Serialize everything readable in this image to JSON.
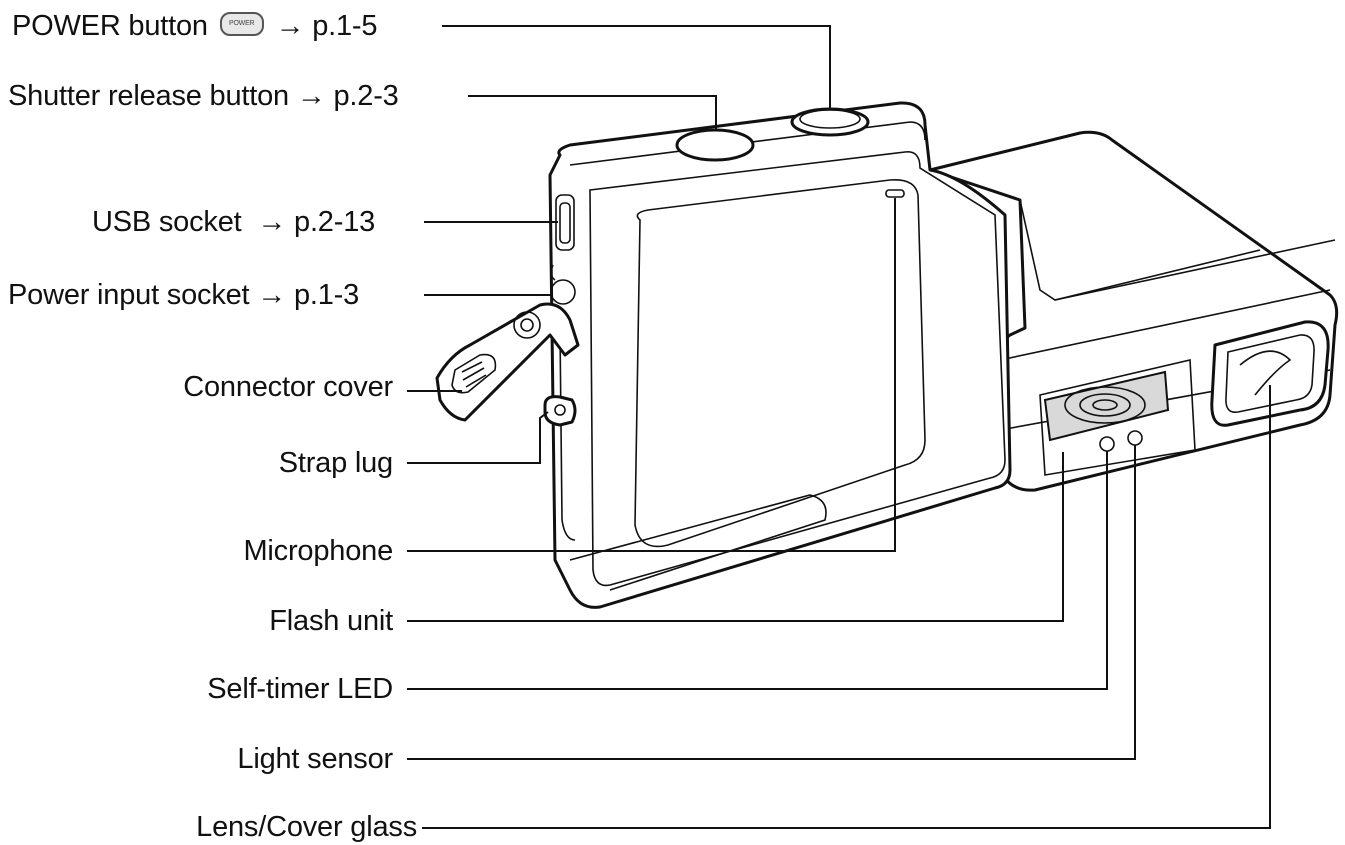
{
  "labels": {
    "power_button": {
      "text": "POWER button",
      "ref": "→ p.1-5",
      "icon_text": "POWER"
    },
    "shutter": {
      "text": "Shutter release button",
      "ref": "→ p.2-3"
    },
    "usb": {
      "text": "USB socket",
      "ref": "→ p.2-13"
    },
    "power_input": {
      "text": "Power input socket",
      "ref": "→ p.1-3"
    },
    "connector_cover": "Connector cover",
    "strap_lug": "Strap lug",
    "microphone": "Microphone",
    "flash_unit": "Flash unit",
    "self_timer": "Self-timer LED",
    "light_sensor": "Light sensor",
    "lens": "Lens/Cover glass"
  },
  "icons": [
    "power-button-icon"
  ]
}
